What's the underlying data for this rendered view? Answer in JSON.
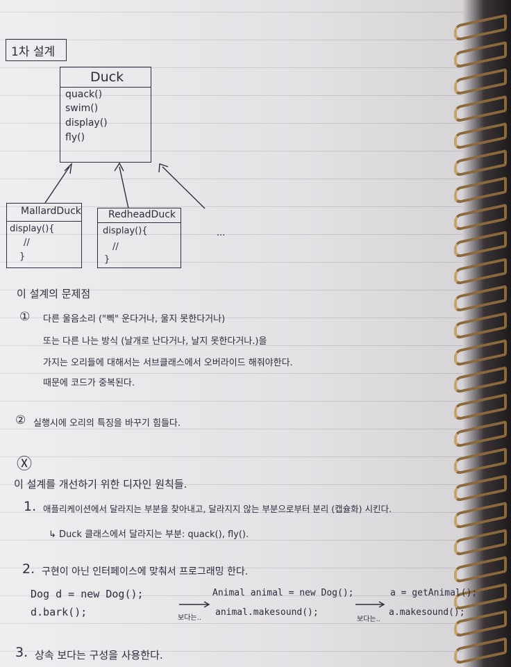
{
  "heading": "1차 설계",
  "uml": {
    "parent": {
      "name": "Duck",
      "methods": [
        "quack()",
        "swim()",
        "display()",
        "fly()"
      ]
    },
    "child1": {
      "name": "MallardDuck",
      "body": [
        "display(){",
        "//",
        "}"
      ]
    },
    "child2": {
      "name": "RedheadDuck",
      "body": [
        "display(){",
        "//",
        "}"
      ]
    },
    "ellipsis": "..."
  },
  "problems": {
    "title": "이 설계의 문제점",
    "item1": {
      "marker": "①",
      "lines": [
        "다른 울음소리 (\"삑\" 운다거나, 울지 못한다거나)",
        "또는 다른 나는 방식 (날개로 난다거나, 날지 못한다거나.)을",
        "가지는 오리들에 대해서는 서브클래스에서 오버라이드 해줘야한다.",
        "때문에 코드가 중복된다."
      ]
    },
    "item2": {
      "marker": "②",
      "text": "실행시에 오리의 특징을 바꾸기 힘들다."
    }
  },
  "solution_mark": "Ⓧ",
  "principles": {
    "title": "이 설계를 개선하기 위한 디자인 원칙들.",
    "p1": {
      "num": "1.",
      "text": "애플리케이션에서 달라지는 부분을 찾아내고, 달라지지 않는 부분으로부터 분리 (캡슐화) 시킨다.",
      "sub": "↳ Duck 클래스에서 달라지는 부분: quack(), fly()."
    },
    "p2": {
      "num": "2.",
      "text": "구현이 아닌 인터페이스에 맞춰서 프로그래밍 한다.",
      "code_left": [
        "Dog d = new Dog();",
        "d.bark();"
      ],
      "arrow_label1": "보다는..",
      "code_mid": [
        "Animal animal = new Dog();",
        "animal.makesound();"
      ],
      "arrow_label2": "보다는..",
      "code_right": [
        "a = getAnimal();",
        "a.makesound();"
      ]
    },
    "p3": {
      "num": "3.",
      "text": "상속 보다는 구성을 사용한다."
    }
  }
}
